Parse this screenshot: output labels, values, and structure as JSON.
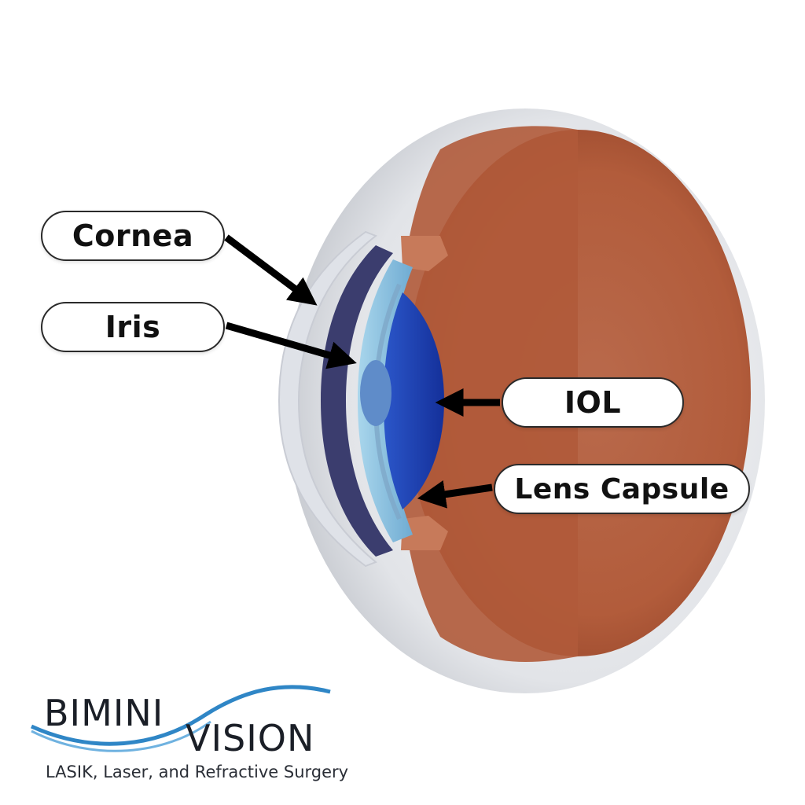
{
  "labels": {
    "cornea": "Cornea",
    "iris": "Iris",
    "iol": "IOL",
    "lens_capsule": "Lens Capsule"
  },
  "logo": {
    "word1": "BIMINI",
    "word2": "VISION",
    "tagline": "LASIK, Laser, and Refractive Surgery"
  },
  "colors": {
    "retina": "#b4603f",
    "sclera": "#e4e6ea",
    "iris": "#8ec4e0",
    "iol": "#1a3fb0",
    "cornea_dark": "#3b3d6e",
    "logo_wave": "#2f86c6"
  }
}
